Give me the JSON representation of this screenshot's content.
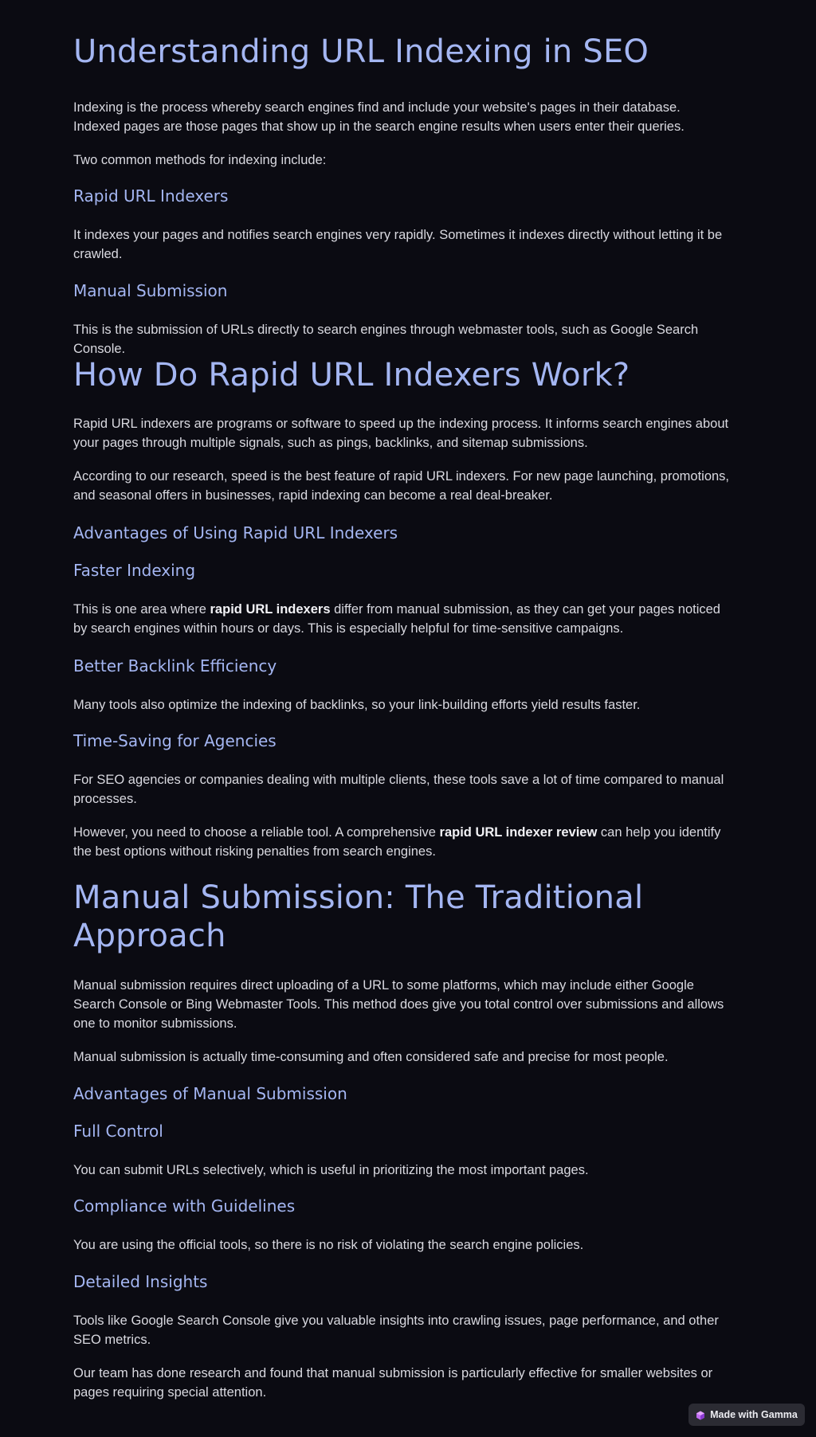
{
  "sections": {
    "s1": {
      "title": "Understanding URL Indexing in SEO",
      "intro": "Indexing is the process whereby search engines find and include your website's pages in their database. Indexed pages are those pages that show up in the search engine results when users enter their queries.",
      "methods_lead": "Two common methods for indexing include:",
      "rapid_heading": "Rapid URL Indexers",
      "rapid_text": "It indexes your pages and notifies search engines very rapidly. Sometimes it indexes directly without letting it be crawled.",
      "manual_heading": "Manual Submission",
      "manual_text": "This is the submission of URLs directly to search engines through webmaster tools, such as Google Search Console."
    },
    "s2": {
      "title": "How Do Rapid URL Indexers Work?",
      "p1": "Rapid URL indexers are programs or software to speed up the indexing process. It informs search engines about your pages through multiple signals, such as pings, backlinks, and sitemap submissions.",
      "p2": "According to our research, speed is the best feature of rapid URL indexers. For new page launching, promotions, and seasonal offers in businesses, rapid indexing can become a real deal-breaker.",
      "advantages_heading": "Advantages of Using Rapid URL Indexers",
      "faster_heading": "Faster Indexing",
      "faster_pre": "This is one area where ",
      "faster_bold": "rapid URL indexers",
      "faster_post": " differ from manual submission, as they can get your pages noticed by search engines within hours or days. This is especially helpful for time-sensitive campaigns.",
      "backlink_heading": "Better Backlink Efficiency",
      "backlink_text": "Many tools also optimize the indexing of backlinks, so your link-building efforts yield results faster.",
      "agencies_heading": "Time-Saving for Agencies",
      "agencies_text": "For SEO agencies or companies dealing with multiple clients, these tools save a lot of time compared to manual processes.",
      "review_pre": "However, you need to choose a reliable tool. A comprehensive ",
      "review_bold": "rapid URL indexer review",
      "review_post": " can help you identify the best options without risking penalties from search engines."
    },
    "s3": {
      "title_line1": "Manual Submission: The Traditional",
      "title_line2": "Approach",
      "p1": "Manual submission requires direct uploading of a URL to some platforms, which may include either Google Search Console or Bing Webmaster Tools. This method does give you total control over submissions and allows one to monitor submissions.",
      "p2": "Manual submission is actually time-consuming and often considered safe and precise for most people.",
      "advantages_heading": "Advantages of Manual Submission",
      "control_heading": "Full Control",
      "control_text": "You can submit URLs selectively, which is useful in prioritizing the most important pages.",
      "compliance_heading": "Compliance with Guidelines",
      "compliance_text": "You are using the official tools, so there is no risk of violating the search engine policies.",
      "insights_heading": "Detailed Insights",
      "insights_text": "Tools like Google Search Console give you valuable insights into crawling issues, page performance, and other SEO metrics.",
      "closing": "Our team has done research and found that manual submission is particularly effective for smaller websites or pages requiring special attention."
    }
  },
  "badge": {
    "label": "Made with Gamma",
    "icon": "gamma-logo-icon"
  }
}
